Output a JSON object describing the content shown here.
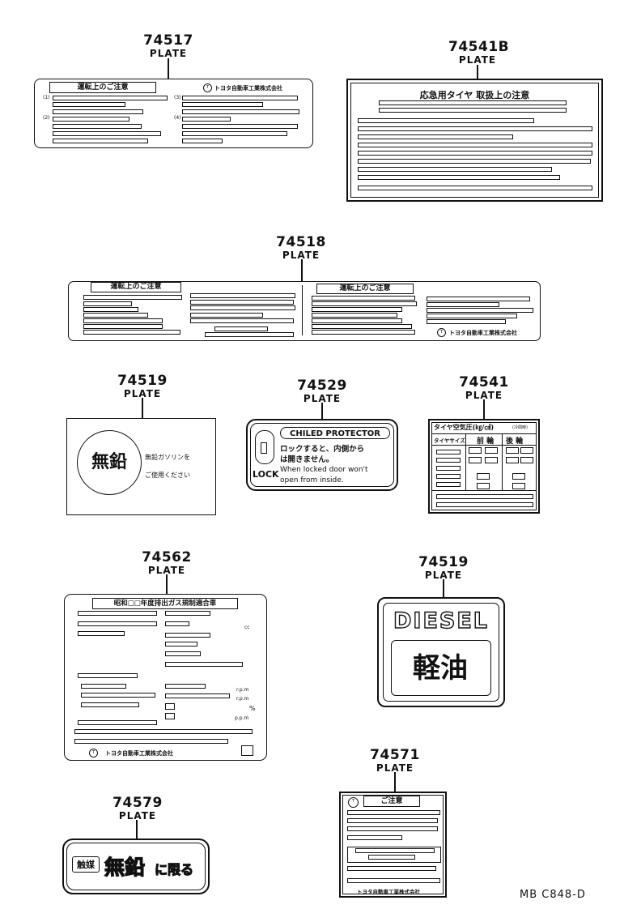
{
  "plates": [
    {
      "part_number": "74517",
      "label": "PLATE",
      "header": "運転上のご注意",
      "maker": "トヨタ自動車工業株式会社"
    },
    {
      "part_number": "74541B",
      "label": "PLATE",
      "header": "応急用タイヤ 取扱上の注意"
    },
    {
      "part_number": "74518",
      "label": "PLATE",
      "header_left": "運転上のご注意",
      "header_right": "運転上のご注意",
      "maker": "トヨタ自動車工業株式会社"
    },
    {
      "part_number": "74519",
      "label": "PLATE",
      "circle_text": "無鉛",
      "line1": "無鉛ガソリンを",
      "line2": "ご使用ください"
    },
    {
      "part_number": "74529",
      "label": "PLATE",
      "title": "CHILED PROTECTOR",
      "jp_line1": "ロックすると、内側から",
      "jp_line2": "は開きません。",
      "en_line1": "When locked door won't",
      "en_line2": "open from inside.",
      "lock_label": "LOCK"
    },
    {
      "part_number": "74541",
      "label": "PLATE",
      "title": "タイヤ空気圧(㎏/㎠)",
      "title_sub": "(冷間時)",
      "col_size": "タイヤサイズ",
      "col_front": "前 輪",
      "col_rear": "後 輪"
    },
    {
      "part_number": "74562",
      "label": "PLATE",
      "header": "昭和□□年度排出ガス規制適合車",
      "unit_cc": "cc",
      "unit_rpm1": "r.p.m",
      "unit_rpm2": "r.p.m",
      "unit_pct": "%",
      "unit_ppm": "p.p.m",
      "maker": "トヨタ自動車工業株式会社"
    },
    {
      "part_number": "74519",
      "label": "PLATE",
      "word": "DIESEL",
      "jp_word": "軽油"
    },
    {
      "part_number": "74571",
      "label": "PLATE",
      "header": "ご注意",
      "maker": "トヨタ自動車工業株式会社"
    },
    {
      "part_number": "74579",
      "label": "PLATE",
      "badge": "触媒",
      "text_big": "無鉛",
      "text_small": "に限る"
    }
  ],
  "footer": {
    "reference": "MB  C848-D"
  }
}
